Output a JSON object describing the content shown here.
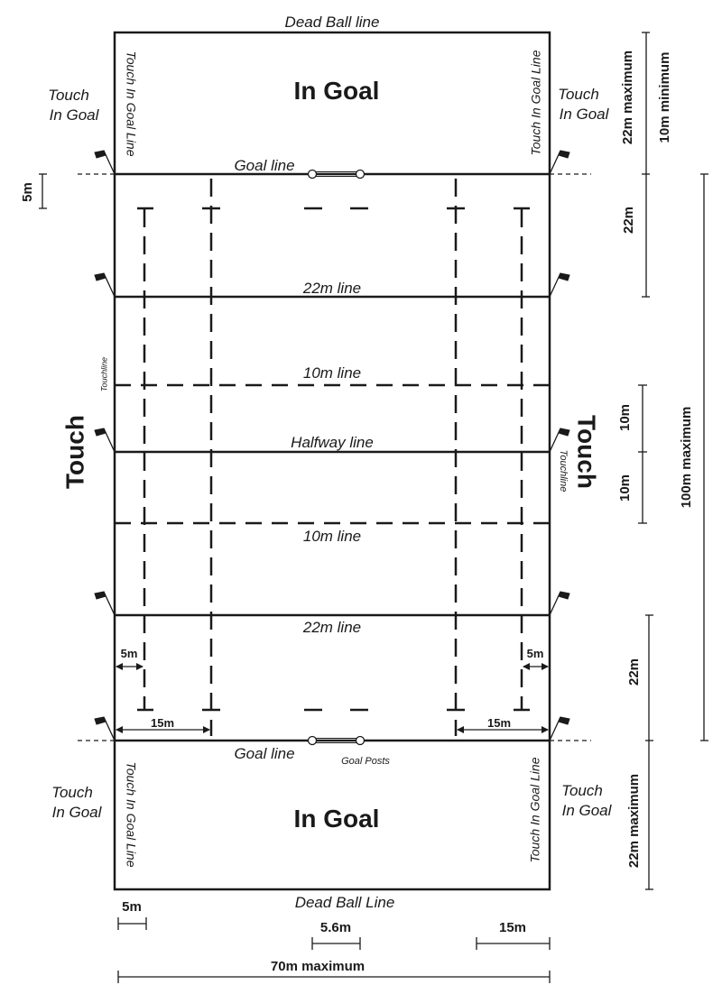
{
  "labels": {
    "dead_ball_top": "Dead Ball line",
    "dead_ball_bottom": "Dead Ball Line",
    "in_goal_top": "In Goal",
    "in_goal_bottom": "In Goal",
    "goal_line_top": "Goal line",
    "goal_line_bottom": "Goal line",
    "goal_posts": "Goal Posts",
    "twenty_two_top": "22m line",
    "twenty_two_bottom": "22m line",
    "ten_top": "10m line",
    "ten_bottom": "10m line",
    "halfway": "Halfway line",
    "touch_left": "Touch",
    "touch_right": "Touch",
    "touchline_left": "Touchline",
    "touchline_right": "Touchline",
    "touch_in_goal_tl_1": "Touch",
    "touch_in_goal_tl_2": "In Goal",
    "touch_in_goal_tr_1": "Touch",
    "touch_in_goal_tr_2": "In Goal",
    "touch_in_goal_bl_1": "Touch",
    "touch_in_goal_bl_2": "In Goal",
    "touch_in_goal_br_1": "Touch",
    "touch_in_goal_br_2": "In Goal",
    "tig_line_tl": "Touch In Goal Line",
    "tig_line_tr": "Touch In Goal Line",
    "tig_line_bl": "Touch In Goal Line",
    "tig_line_br": "Touch In Goal Line"
  },
  "dimensions": {
    "ingoal_max": "22m maximum",
    "ingoal_min": "10m minimum",
    "top_22": "22m",
    "left_5m": "5m",
    "ten_a": "10m",
    "ten_b": "10m",
    "hundred_max": "100m maximum",
    "bottom_22": "22m",
    "bottom_ingoal_max": "22m maximum",
    "five_left": "5m",
    "five_right": "5m",
    "fifteen_left": "15m",
    "fifteen_right": "15m",
    "bottom_5m": "5m",
    "bottom_5_6m": "5.6m",
    "bottom_15m": "15m",
    "seventy_max": "70m maximum"
  }
}
